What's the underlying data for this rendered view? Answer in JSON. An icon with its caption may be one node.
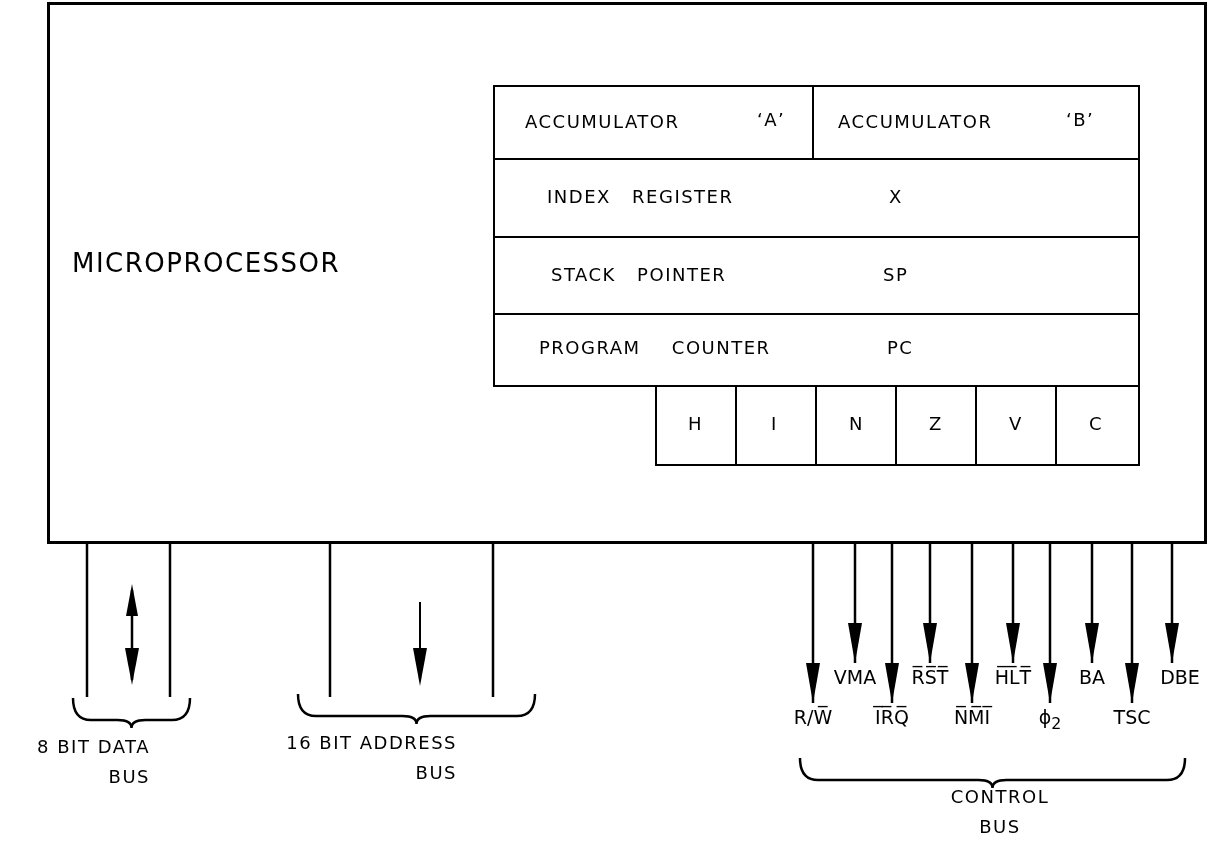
{
  "diagram": {
    "nodes": [
      {
        "text": [
          "MICROPROCESSOR"
        ]
      },
      {
        "text": [
          "ACCUMULATOR",
          "‘A’"
        ],
        "in": 0
      },
      {
        "text": [
          "ACCUMULATOR",
          "‘B’"
        ],
        "in": 0
      },
      {
        "text": [
          "INDEX REGISTER",
          "X"
        ],
        "in": 0
      },
      {
        "text": [
          "STACK POINTER",
          "SP"
        ],
        "in": 0
      },
      {
        "text": [
          "PROGRAM COUNTER",
          "PC"
        ],
        "in": 0
      },
      {
        "text": [
          "H"
        ],
        "in": 0
      },
      {
        "text": [
          "I"
        ],
        "in": 0
      },
      {
        "text": [
          "N"
        ],
        "in": 0
      },
      {
        "text": [
          "Z"
        ],
        "in": 0
      },
      {
        "text": [
          "V"
        ],
        "in": 0
      },
      {
        "text": [
          "C"
        ],
        "in": 0
      },
      {
        "text": [
          "R/W̅"
        ]
      },
      {
        "text": [
          "VMA"
        ]
      },
      {
        "text": [
          "I̅R̅Q̅"
        ]
      },
      {
        "text": [
          "R̅S̅T̅"
        ]
      },
      {
        "text": [
          "N̅M̅I̅"
        ]
      },
      {
        "text": [
          "H̅L̅T̅"
        ]
      },
      {
        "text": [
          "ϕ$_{2}$"
        ]
      },
      {
        "text": [
          "BA"
        ]
      },
      {
        "text": [
          "TSC"
        ]
      },
      {
        "text": [
          "DBE"
        ]
      }
    ],
    "edges": [
      {
        "from": 0,
        "to": 12,
        "arrow": "to"
      },
      {
        "from": 0,
        "to": 13,
        "arrow": "to"
      },
      {
        "from": 0,
        "to": 14,
        "arrow": "to"
      },
      {
        "from": 0,
        "to": 15,
        "arrow": "to"
      },
      {
        "from": 0,
        "to": 16,
        "arrow": "to"
      },
      {
        "from": 0,
        "to": 17,
        "arrow": "to"
      },
      {
        "from": 0,
        "to": 18,
        "arrow": "to"
      },
      {
        "from": 0,
        "to": 19,
        "arrow": "to"
      },
      {
        "from": 0,
        "to": 20,
        "arrow": "to"
      },
      {
        "from": 0,
        "to": 21,
        "arrow": "to"
      }
    ],
    "labels": [
      "8 BIT DATA BUS",
      "16 BIT ADDRESS BUS",
      "CONTROL BUS"
    ]
  }
}
